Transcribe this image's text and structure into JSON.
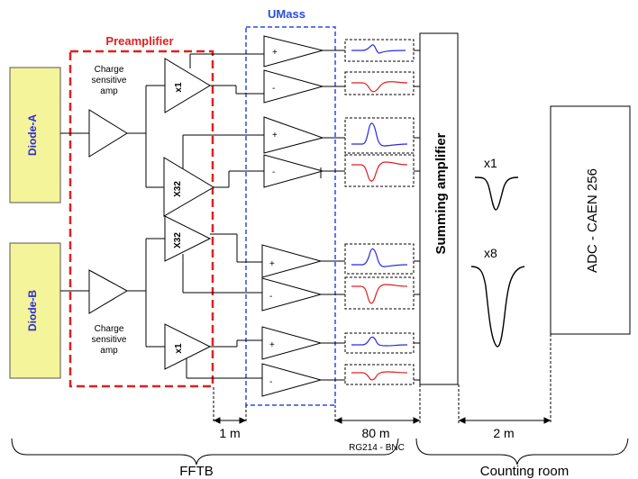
{
  "labels": {
    "umass": "UMass",
    "preamplifier": "Preamplifier",
    "diode_a": "Diode-A",
    "diode_b": "Diode-B",
    "csa_a": [
      "Charge",
      "sensitive",
      "amp"
    ],
    "csa_b": [
      "Charge",
      "sensitive",
      "amp"
    ],
    "gain_x1": "x1",
    "gain_x32": "X32",
    "plus": "+",
    "minus": "-",
    "summing_amplifier": "Summing amplifier",
    "adc": "ADC - CAEN 256",
    "gain_low": "x1",
    "gain_high": "x8",
    "dist_1m": "1 m",
    "dist_80m": "80 m",
    "cable": "RG214 - BNC",
    "dist_2m": "2 m",
    "fftb": "FFTB",
    "counting_room": "Counting room"
  },
  "colors": {
    "diode_fill": "#f4f49a",
    "diode_text": "#2a2ae0",
    "umass_blue": "#2a4de0",
    "preamp_red": "#e02020",
    "pulse_positive": "#2a2ae0",
    "pulse_negative": "#e02020"
  }
}
